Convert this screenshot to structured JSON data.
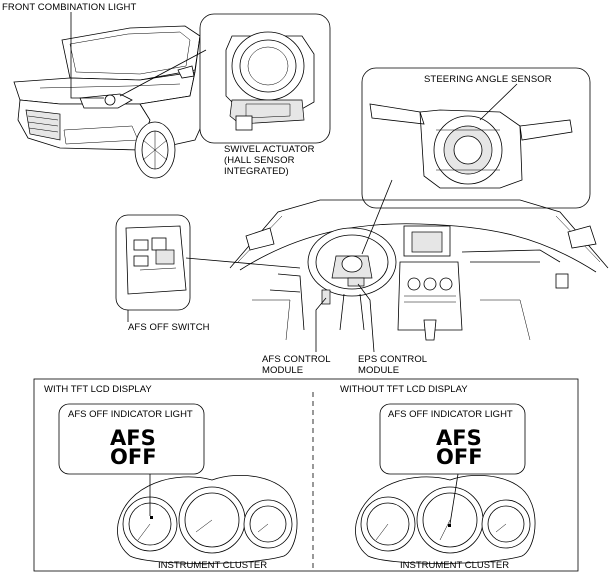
{
  "labels": {
    "front_combination_light": "FRONT COMBINATION LIGHT",
    "swivel_actuator_line1": "SWIVEL ACTUATOR",
    "swivel_actuator_line2": "(HALL SENSOR",
    "swivel_actuator_line3": "INTEGRATED)",
    "steering_angle_sensor": "STEERING ANGLE SENSOR",
    "afs_off_switch": "AFS OFF SWITCH",
    "afs_control_module_line1": "AFS CONTROL",
    "afs_control_module_line2": "MODULE",
    "eps_control_module_line1": "EPS CONTROL",
    "eps_control_module_line2": "MODULE"
  },
  "panels": {
    "left": {
      "title": "WITH TFT LCD DISPLAY",
      "indicator_title": "AFS OFF INDICATOR LIGHT",
      "indicator_line1": "AFS",
      "indicator_line2": "OFF",
      "cluster_label": "INSTRUMENT CLUSTER"
    },
    "right": {
      "title": "WITHOUT TFT LCD DISPLAY",
      "indicator_title": "AFS OFF INDICATOR LIGHT",
      "indicator_line1": "AFS",
      "indicator_line2": "OFF",
      "cluster_label": "INSTRUMENT CLUSTER"
    }
  },
  "colors": {
    "line": "#000000",
    "background": "#ffffff",
    "shade": "#d9d9d9"
  }
}
